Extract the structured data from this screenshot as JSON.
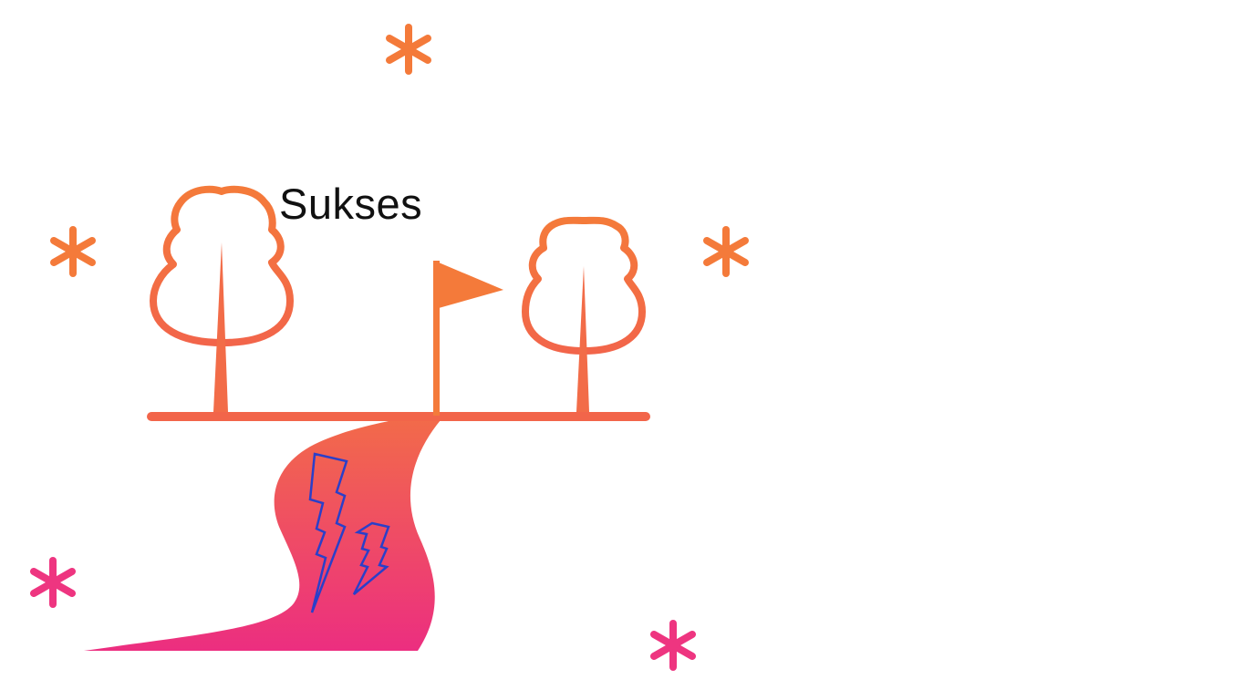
{
  "heading": {
    "text": "Sukses"
  },
  "colors": {
    "background": "#ffffff",
    "text": "#111111",
    "orange": "#f47a3a",
    "orange_light": "#f68040",
    "pink": "#ee3580",
    "gradient_top": "#f26a4a",
    "gradient_bottom": "#ec2e80",
    "bolt_blue": "#2a3fc9"
  },
  "icons": [
    "asterisk-icon",
    "tree-icon",
    "flag-icon",
    "path-road",
    "lightning-bolt-icon",
    "ground-line"
  ]
}
